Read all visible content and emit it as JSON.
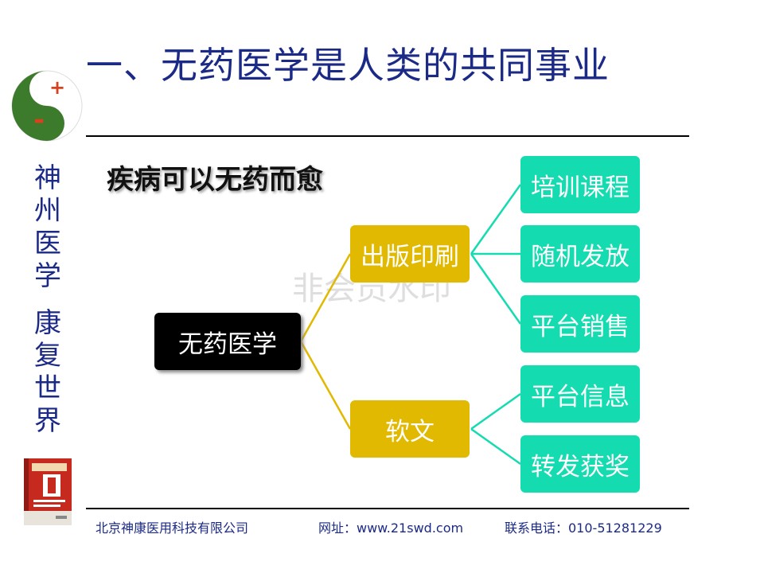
{
  "title": "一、无药医学是人类的共同事业",
  "sidebar": {
    "logo": {
      "plus": "+",
      "minus": "-",
      "colors": {
        "green": "#3c7a2c",
        "red": "#d9401e"
      }
    },
    "vertical_text": [
      "神",
      "州",
      "医",
      "学",
      " ",
      "康",
      "复",
      "世",
      "界"
    ]
  },
  "subtitle": "疾病可以无药而愈",
  "mindmap": {
    "root": "无药医学",
    "branches": [
      {
        "label": "出版印刷",
        "children": [
          "培训课程",
          "随机发放",
          "平台销售"
        ]
      },
      {
        "label": "软文",
        "children": [
          "平台信息",
          "转发获奖"
        ]
      }
    ],
    "colors": {
      "root": "#000000",
      "branch": "#e0b900",
      "leaf": "#14dbb0",
      "root_line": "#e0b900",
      "leaf_line": "#14dbb0"
    }
  },
  "watermark": "非会员水印",
  "footer": {
    "company": "北京神康医用科技有限公司",
    "website": "网址：www.21swd.com",
    "phone": "联系电话：010-51281229"
  }
}
